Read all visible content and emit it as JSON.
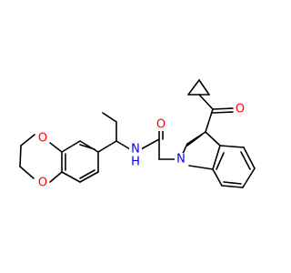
{
  "molecule": {
    "atoms": {
      "o_ketone": "O",
      "o_amide": "O",
      "n_amide": "N",
      "h_amide": "H",
      "n_indole": "N",
      "o_ring_upper": "O",
      "o_ring_lower": "O"
    },
    "colors": {
      "bond": "#000000",
      "oxygen": "#ff0000",
      "nitrogen": "#0000ff",
      "background": "#ffffff"
    }
  }
}
